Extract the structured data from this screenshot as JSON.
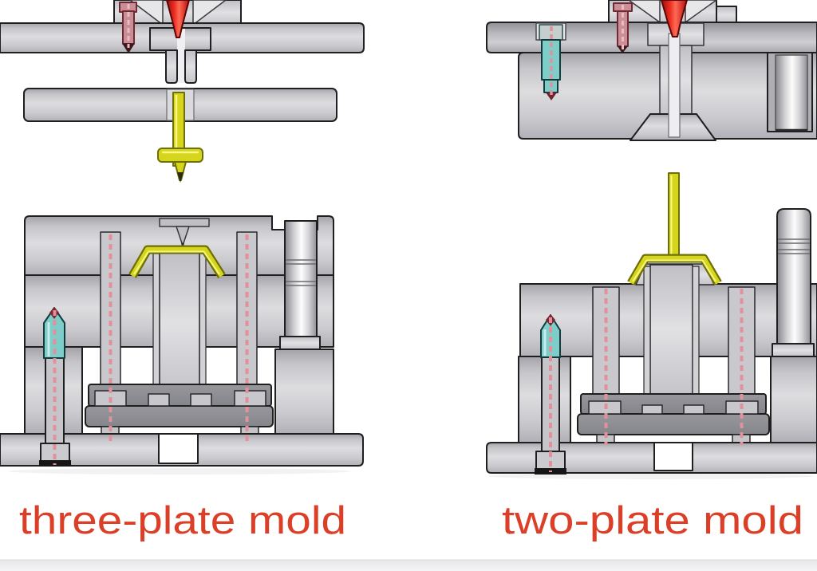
{
  "figure": {
    "type": "technical-illustration",
    "description_visible_text_only": true,
    "labels": {
      "left": "three-plate mold",
      "right": "two-plate mold"
    }
  },
  "palette": {
    "background": "#ffffff",
    "label_red": "#dc3f28",
    "metal_light": "#d6d6d9",
    "metal_mid": "#c0c0c5",
    "metal_dark_band": "#9a9aa0",
    "outline": "#1f1f1f",
    "sprue_red": "#e02318",
    "screw_teal": "#7ecdc9",
    "pin_pink": "#c98e96",
    "centerline_pink": "#e2919c",
    "part_yellow": "#d5d51d",
    "part_yellow_outline": "#6f6f07",
    "ejector_plate_gray": "#8e8f94",
    "footer_strip_gray": "#ebebee"
  },
  "diagrams": {
    "left": {
      "title": "three-plate mold",
      "components": [
        "top-clamp-plate",
        "sprue",
        "sprue-bushing",
        "dowel-pin",
        "runner-stripper-plate",
        "runner-with-sprue",
        "cavity-plate",
        "molded-part",
        "core-plate",
        "guide-pillar",
        "guide-bush",
        "return-pins",
        "ejector-pins",
        "support-pillar",
        "ejector-retainer-plate",
        "ejector-base-plate",
        "spacer-rails",
        "socket-cap-screw",
        "bottom-clamp-plate",
        "ejector-rod-slot"
      ]
    },
    "right": {
      "title": "two-plate mold",
      "components": [
        "top-clamp-plate",
        "cavity-plate",
        "sprue",
        "sprue-bushing",
        "dowel-pin",
        "socket-cap-screw",
        "guide-bush",
        "molded-part-with-sprue",
        "core-plate",
        "guide-pillar",
        "return-pins",
        "ejector-pins",
        "support-pillar",
        "ejector-retainer-plate",
        "ejector-base-plate",
        "spacer-rails",
        "bottom-clamp-plate",
        "ejector-rod-slot"
      ]
    }
  }
}
